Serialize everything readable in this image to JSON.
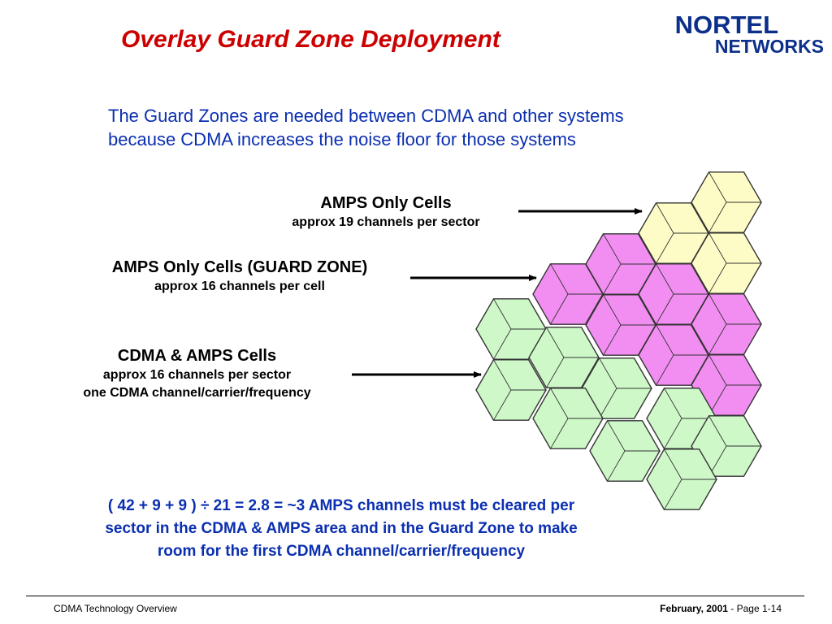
{
  "slide": {
    "title": "Overlay Guard Zone Deployment",
    "logo": {
      "line1": "NORTEL",
      "line2": "NETWORKS"
    },
    "intro_lines": [
      "The Guard Zones are needed between CDMA and other systems",
      "because CDMA increases the noise floor for those systems"
    ],
    "labels": {
      "amps_only": {
        "title": "AMPS Only Cells",
        "detail": "approx 19 channels per sector"
      },
      "guard_zone": {
        "title": "AMPS Only Cells (GUARD ZONE)",
        "detail": "approx 16 channels per cell"
      },
      "cdma_amps": {
        "title": "CDMA &  AMPS Cells",
        "detail1": "approx 16 channels per sector",
        "detail2": "one CDMA channel/carrier/frequency"
      }
    },
    "calculation_lines": [
      "( 42 + 9 + 9 ) ÷ 21 = 2.8 = ~3 AMPS channels must be cleared per",
      "sector in the CDMA & AMPS area and in the Guard Zone to make",
      "room for the first  CDMA channel/carrier/frequency"
    ],
    "footer": {
      "left": "CDMA Technology Overview",
      "date": "February, 2001",
      "separator": " -  ",
      "page": "Page 1-14"
    }
  },
  "colors": {
    "title": "#cc0000",
    "body_text": "#0b2fb0",
    "logo": "#0b2f8a",
    "amps_only_cells": "#fdfcc6",
    "guard_zone_cells": "#f28ef1",
    "cdma_amps_cells": "#cef8c8",
    "cell_outline": "#333333"
  },
  "diagram": {
    "zones": [
      "amps_only",
      "guard_zone",
      "cdma_amps"
    ]
  }
}
